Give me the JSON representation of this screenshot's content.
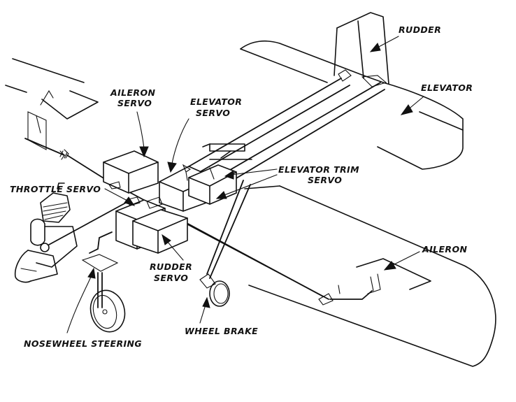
{
  "labels": {
    "rudder": "RUDDER",
    "elevator": "ELEVATOR",
    "aileron_servo_1": "AILERON",
    "aileron_servo_2": "SERVO",
    "elevator_servo_1": "ELEVATOR",
    "elevator_servo_2": "SERVO",
    "elevator_trim_1": "ELEVATOR TRIM",
    "elevator_trim_2": "SERVO",
    "throttle_servo": "THROTTLE SERVO",
    "rudder_servo_1": "RUDDER",
    "rudder_servo_2": "SERVO",
    "aileron": "AILERON",
    "wheel_brake": "WHEEL BRAKE",
    "nosewheel_steering": "NOSEWHEEL STEERING"
  }
}
